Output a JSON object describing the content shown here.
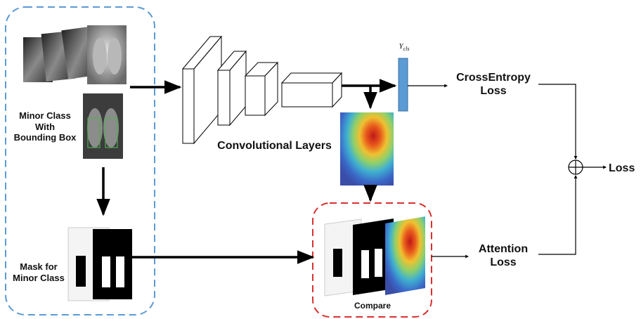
{
  "labels": {
    "minor_class_bbox": "Minor Class\nWith\nBounding Box",
    "mask_minor_class": "Mask for\nMinor Class",
    "conv_layers": "Convolutional Layers",
    "y_cls": "Y",
    "y_cls_sub": "cls",
    "crossentropy_loss": "CrossEntropy\nLoss",
    "attention_loss": "Attention\nLoss",
    "loss": "Loss",
    "compare": "Compare"
  },
  "colors": {
    "input_box_border": "#5b9bd5",
    "compare_box_border": "#d93030",
    "cls_bar": "#5b9bd5",
    "arrow": "#000000"
  }
}
